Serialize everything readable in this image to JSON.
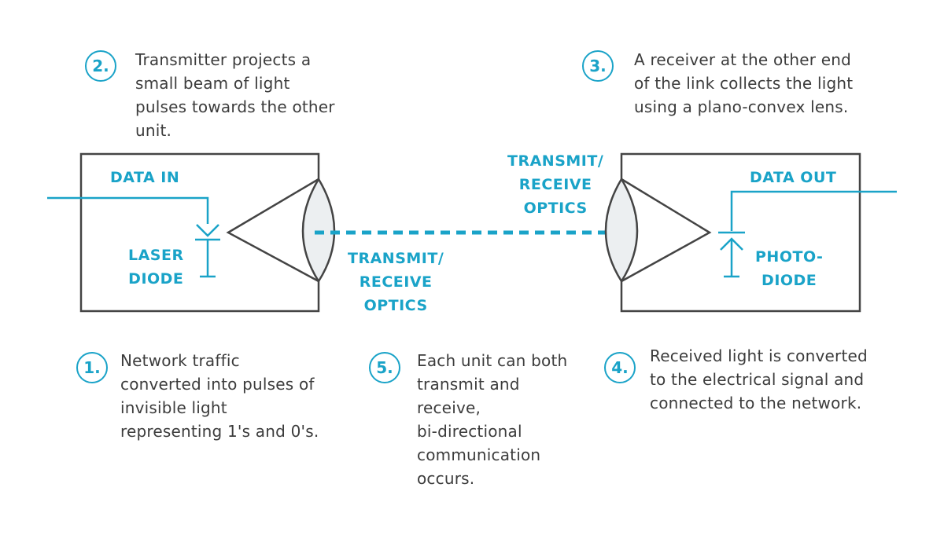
{
  "steps": {
    "s1": {
      "num": "1.",
      "text": "Network traffic\nconverted into pulses of\ninvisible light\nrepresenting 1's and 0's."
    },
    "s2": {
      "num": "2.",
      "text": "Transmitter projects a\nsmall beam of light\npulses towards the other\nunit."
    },
    "s3": {
      "num": "3.",
      "text": "A receiver at the other end\nof the link collects the light\nusing a plano-convex lens."
    },
    "s4": {
      "num": "4.",
      "text": "Received light is converted\nto the electrical signal and\nconnected to the network."
    },
    "s5": {
      "num": "5.",
      "text": "Each unit can both\ntransmit and\nreceive,\nbi-directional\ncommunication\noccurs."
    }
  },
  "labels": {
    "data_in": "DATA IN",
    "data_out": "DATA OUT",
    "laser_diode": "LASER\nDIODE",
    "photo_diode": "PHOTO-\nDIODE",
    "optics_left": "TRANSMIT/\nRECEIVE\nOPTICS",
    "optics_right": "TRANSMIT/\nRECEIVE\nOPTICS"
  },
  "colors": {
    "accent": "#1aa3c8",
    "line": "#444444",
    "text": "#3c3c3c",
    "lens_fill": "#eceff1"
  }
}
